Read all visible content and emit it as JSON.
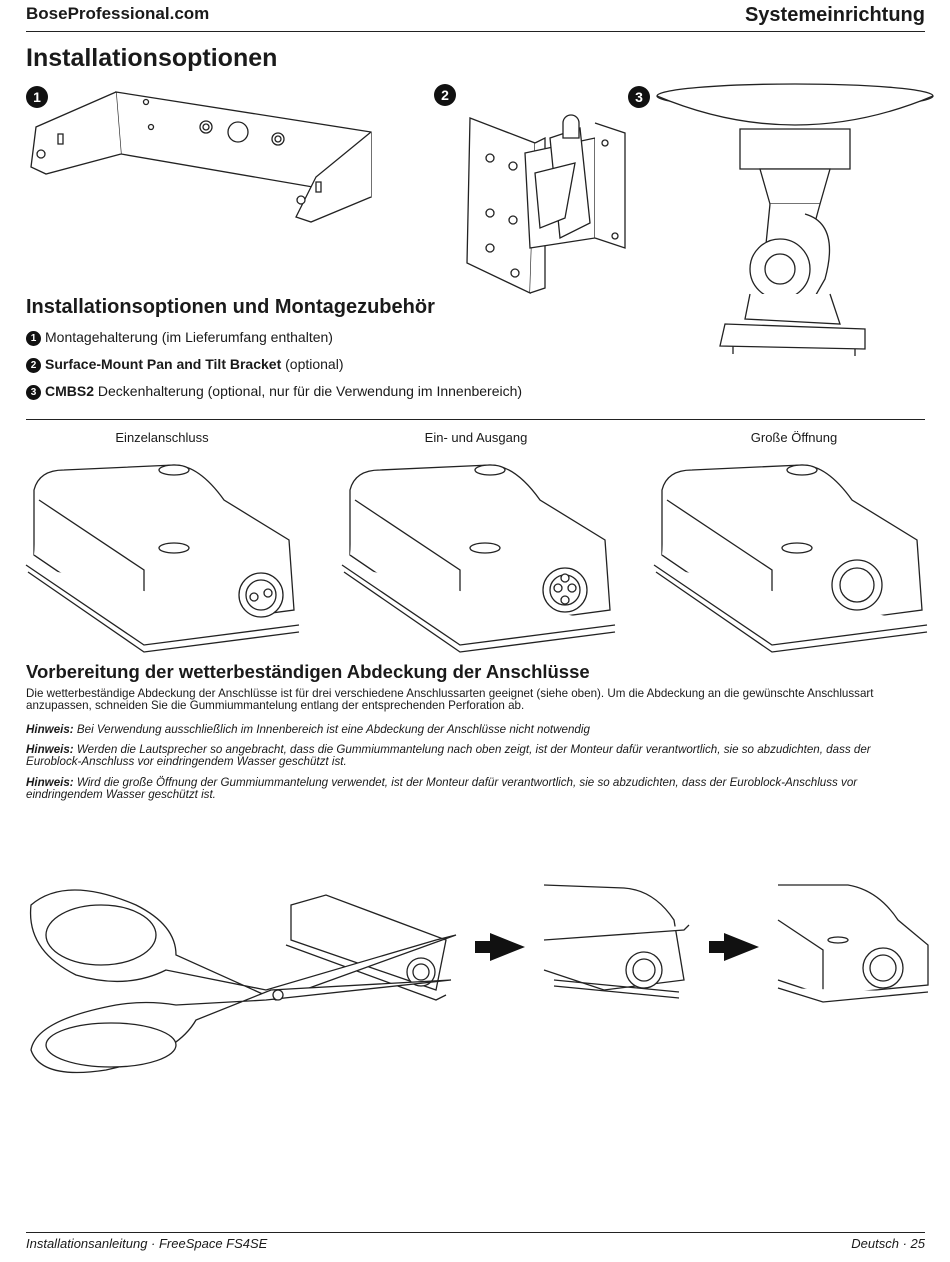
{
  "header": {
    "site": "BoseProfessional.com",
    "section": "Systemeinrichtung"
  },
  "page_title": "Installationsoptionen",
  "figure_markers": [
    "1",
    "2",
    "3"
  ],
  "options": {
    "heading": "Installationsoptionen und Montagezubehör",
    "items": [
      {
        "num": "1",
        "bold": "",
        "text": "Montagehalterung (im Lieferumfang enthalten)"
      },
      {
        "num": "2",
        "bold": "Surface-Mount Pan and Tilt Bracket",
        "text": " (optional)"
      },
      {
        "num": "3",
        "bold": "CMBS2",
        "text": " Deckenhalterung (optional, nur für die Verwendung im Innenbereich)"
      }
    ]
  },
  "connection_types": [
    "Einzelanschluss",
    "Ein- und Ausgang",
    "Große Öffnung"
  ],
  "weather": {
    "heading": "Vorbereitung der wetterbeständigen Abdeckung der Anschlüsse",
    "intro": "Die wetterbeständige Abdeckung der Anschlüsse ist für drei verschiedene Anschlussarten geeignet (siehe oben). Um die Abdeckung an die gewünschte Anschlussart anzupassen, schneiden Sie die Gummiummantelung entlang der entsprechenden Perforation ab.",
    "notes": [
      {
        "label": "Hinweis:",
        "text": " Bei Verwendung ausschließlich im Innenbereich ist eine Abdeckung der Anschlüsse nicht notwendig"
      },
      {
        "label": "Hinweis:",
        "text": " Werden die Lautsprecher so angebracht, dass die Gummiummantelung nach oben zeigt, ist der Monteur dafür verantwortlich, sie so abzudichten, dass der Euroblock-Anschluss vor eindringendem Wasser geschützt ist."
      },
      {
        "label": "Hinweis:",
        "text": " Wird die große Öffnung der Gummiummantelung verwendet, ist der Monteur dafür verantwortlich, sie so abzudichten, dass der Euroblock-Anschluss vor eindringendem Wasser geschützt ist."
      }
    ]
  },
  "footer": {
    "left": "Installationsanleitung · FreeSpace FS4SE",
    "right": "Deutsch · 25"
  }
}
